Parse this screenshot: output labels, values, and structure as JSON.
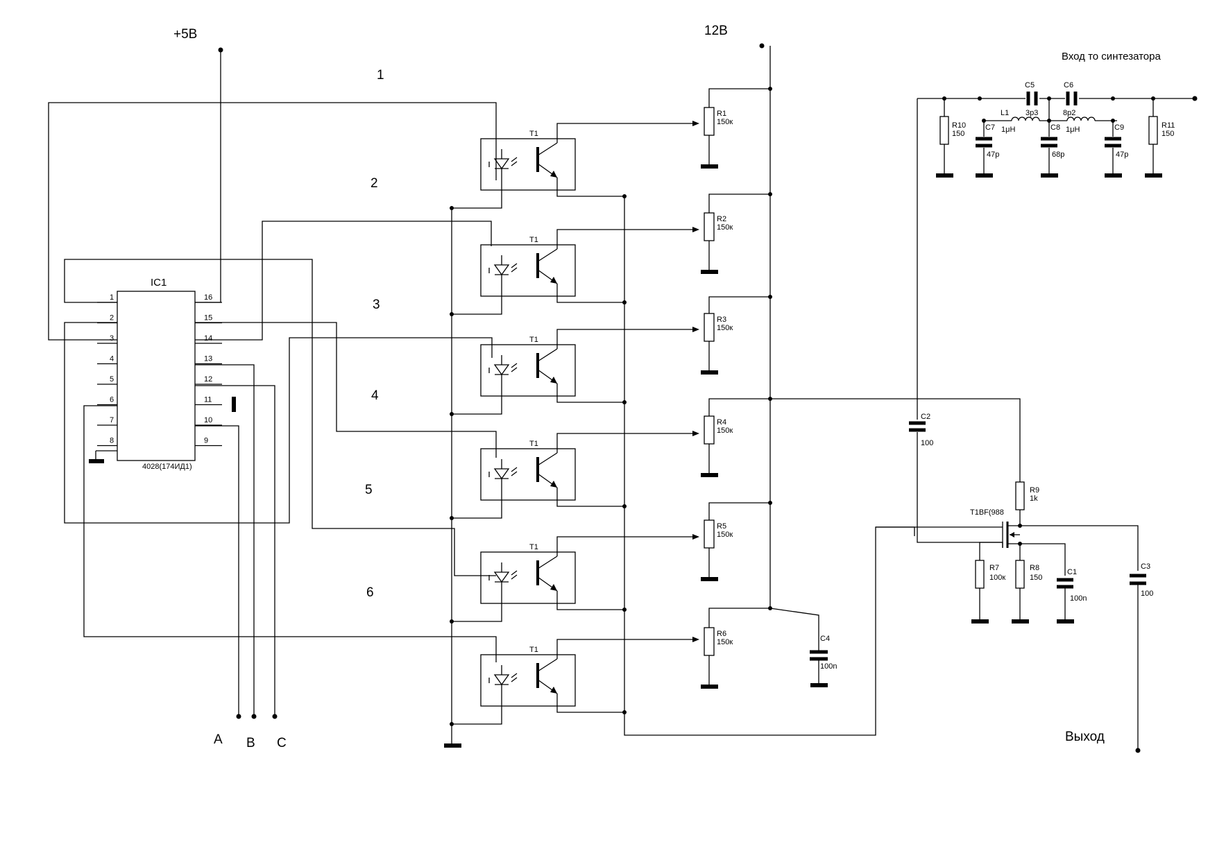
{
  "supplies": {
    "v5": "+5В",
    "v12": "12В"
  },
  "ic": {
    "name": "IC1",
    "part": "4028(174ИД1)",
    "left_pins": [
      "1",
      "2",
      "3",
      "4",
      "5",
      "6",
      "7",
      "8"
    ],
    "right_pins": [
      "16",
      "15",
      "14",
      "13",
      "12",
      "11",
      "10",
      "9"
    ]
  },
  "channels": [
    "1",
    "2",
    "3",
    "4",
    "5",
    "6"
  ],
  "optocoupler_label": "T1",
  "trimmers": [
    {
      "ref": "R1",
      "val": "150к"
    },
    {
      "ref": "R2",
      "val": "150к"
    },
    {
      "ref": "R3",
      "val": "150к"
    },
    {
      "ref": "R4",
      "val": "150к"
    },
    {
      "ref": "R5",
      "val": "150к"
    },
    {
      "ref": "R6",
      "val": "150к"
    }
  ],
  "inputs": [
    "A",
    "B",
    "C"
  ],
  "c4": {
    "ref": "C4",
    "val": "100n"
  },
  "synth": {
    "title": "Вход то синтезатора",
    "r10": {
      "ref": "R10",
      "val": "150"
    },
    "r11": {
      "ref": "R11",
      "val": "150"
    },
    "c5": {
      "ref": "C5",
      "val": "3p3"
    },
    "c6": {
      "ref": "C6",
      "val": "8p2"
    },
    "l1": {
      "ref": "L1",
      "val": "1μH"
    },
    "l2": {
      "val": "1μH"
    },
    "c7": {
      "ref": "C7",
      "val": "47p"
    },
    "c8": {
      "ref": "C8",
      "val": "68p"
    },
    "c9": {
      "ref": "C9",
      "val": "47p"
    }
  },
  "amp": {
    "c2": {
      "ref": "C2",
      "val": "100"
    },
    "r9": {
      "ref": "R9",
      "val": "1k"
    },
    "fet": "T1BF(988",
    "r7": {
      "ref": "R7",
      "val": "100к"
    },
    "r8": {
      "ref": "R8",
      "val": "150"
    },
    "c1": {
      "ref": "C1",
      "val": "100n"
    },
    "c3": {
      "ref": "C3",
      "val": "100"
    },
    "out": "Выход"
  }
}
